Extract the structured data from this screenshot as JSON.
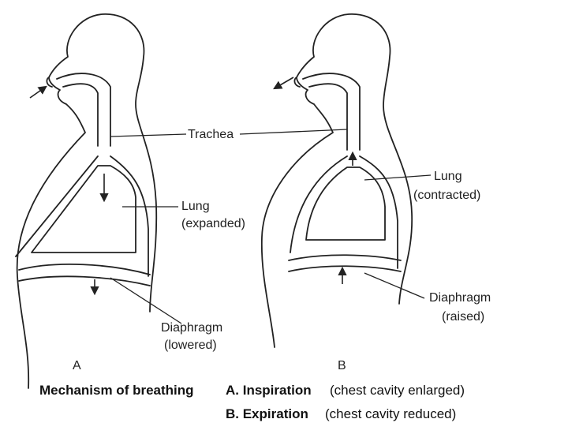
{
  "labels": {
    "trachea": "Trachea",
    "lung_a_line1": "Lung",
    "lung_a_line2": "(expanded)",
    "lung_b_line1": "Lung",
    "lung_b_line2": "(contracted)",
    "diaphragm_a_line1": "Diaphragm",
    "diaphragm_a_line2": "(lowered)",
    "diaphragm_b_line1": "Diaphragm",
    "diaphragm_b_line2": "(raised)",
    "figure_a": "A",
    "figure_b": "B"
  },
  "caption": {
    "title": "Mechanism of breathing",
    "item_a_key": "A. Inspiration",
    "item_a_desc": "(chest cavity enlarged)",
    "item_b_key": "B. Expiration",
    "item_b_desc": "(chest cavity reduced)"
  },
  "colors": {
    "line": "#222222",
    "background": "#ffffff"
  }
}
